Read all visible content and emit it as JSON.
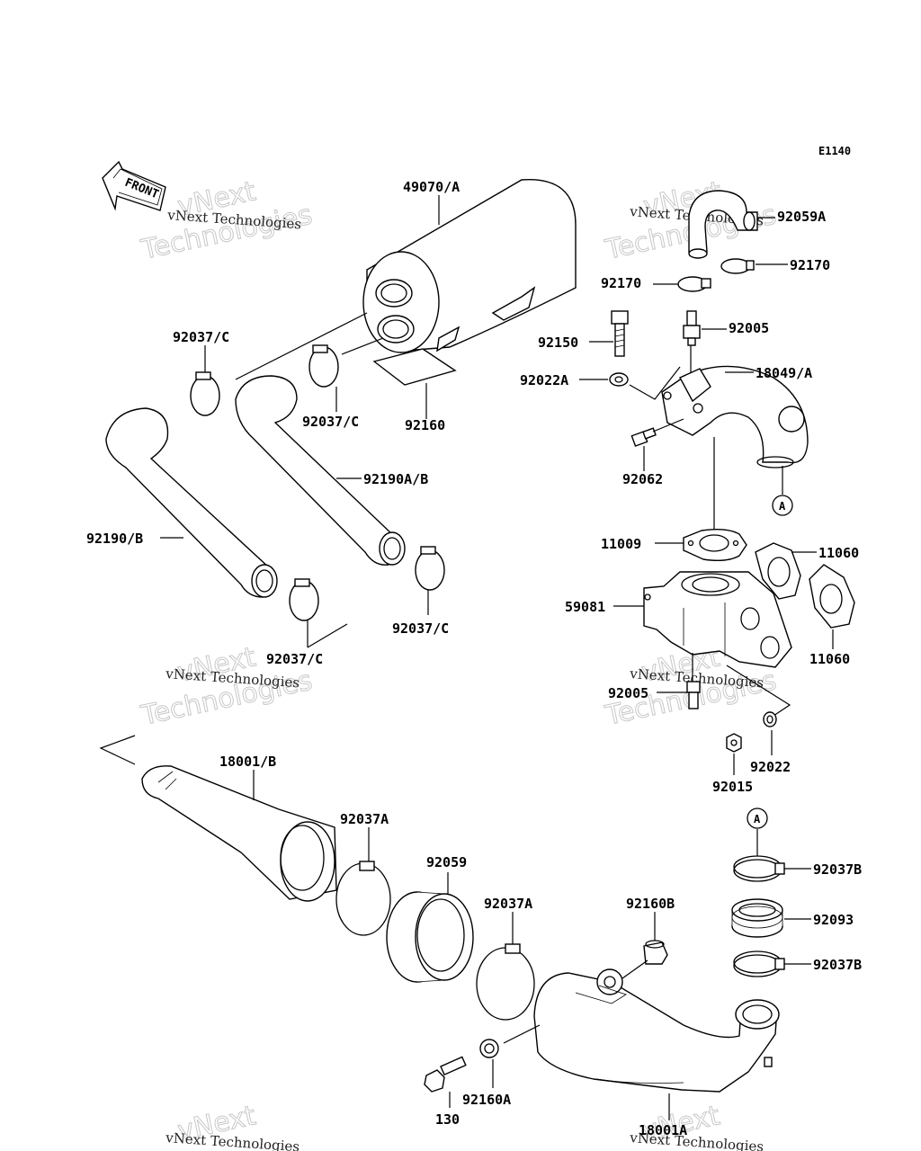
{
  "ref_code": "E1140",
  "front_label": "FRONT",
  "watermark": {
    "line1": "vNext Technologies",
    "line2": "vNext",
    "line3": "Technologies"
  },
  "callouts": {
    "p49070A": "49070/A",
    "p92059A": "92059A",
    "p92170_r": "92170",
    "p92170_l": "92170",
    "p92037C_1": "92037/C",
    "p92150": "92150",
    "p92005_t": "92005",
    "p92022A": "92022A",
    "p18049A": "18049/A",
    "p92037C_2": "92037/C",
    "p92160": "92160",
    "p92190AB": "92190A/B",
    "p92062": "92062",
    "refA_1": "A",
    "p92190B": "92190/B",
    "p11009": "11009",
    "p11060_t": "11060",
    "p59081": "59081",
    "p92037C_3": "92037/C",
    "p92037C_4": "92037/C",
    "p11060_b": "11060",
    "p92005_b": "92005",
    "p92022": "92022",
    "p92015": "92015",
    "p18001B": "18001/B",
    "p92037A_1": "92037A",
    "refA_2": "A",
    "p92037B_1": "92037B",
    "p92059": "92059",
    "p92037A_2": "92037A",
    "p92160B": "92160B",
    "p92093": "92093",
    "p92037B_2": "92037B",
    "p92160A": "92160A",
    "p130": "130",
    "p18001A": "18001A"
  }
}
